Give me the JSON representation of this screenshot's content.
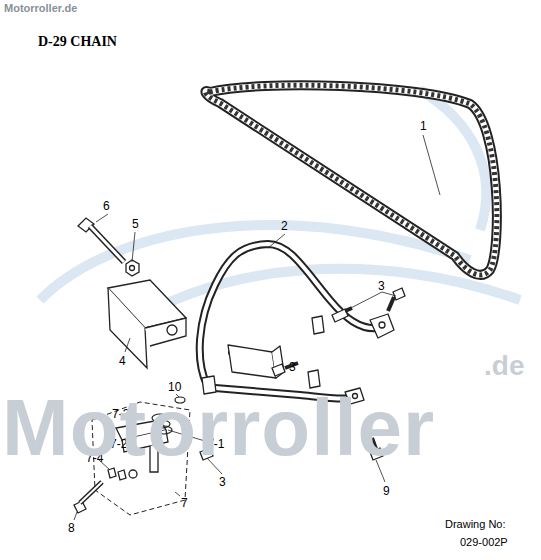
{
  "diagram": {
    "title": "D-29 CHAIN",
    "labels": [
      "Motorroller.de",
      "1",
      "2",
      "3",
      "6",
      "5",
      "4",
      "10",
      "7-3",
      "7-2",
      "7-4",
      "7-1",
      "3",
      "3",
      "9",
      "7",
      "8",
      "Drawing No:",
      "029-002P",
      ".de",
      "Motorroller"
    ]
  }
}
